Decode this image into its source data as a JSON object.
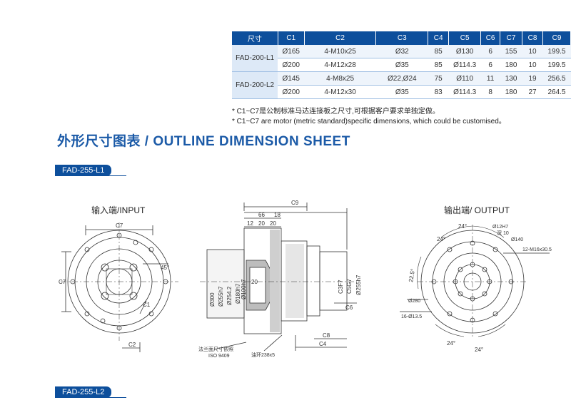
{
  "table": {
    "headers": [
      "尺寸",
      "C1",
      "C2",
      "C3",
      "C4",
      "C5",
      "C6",
      "C7",
      "C8",
      "C9"
    ],
    "groups": [
      {
        "model": "FAD-200-L1",
        "rows": [
          [
            "Ø165",
            "4-M10x25",
            "Ø32",
            "85",
            "Ø130",
            "6",
            "155",
            "10",
            "199.5"
          ],
          [
            "Ø200",
            "4-M12x28",
            "Ø35",
            "85",
            "Ø114.3",
            "6",
            "180",
            "10",
            "199.5"
          ]
        ]
      },
      {
        "model": "FAD-200-L2",
        "rows": [
          [
            "Ø145",
            "4-M8x25",
            "Ø22,Ø24",
            "75",
            "Ø110",
            "11",
            "130",
            "19",
            "256.5"
          ],
          [
            "Ø200",
            "4-M12x30",
            "Ø35",
            "83",
            "Ø114.3",
            "8",
            "180",
            "27",
            "264.5"
          ]
        ]
      }
    ]
  },
  "notes": {
    "cn": "* C1~C7是公制标准马达连接板之尺寸,可根据客户要求单独定做。",
    "en": "* C1~C7 are motor (metric standard)specific dimensions, which could be customised。"
  },
  "section_title": "外形尺寸图表 / OUTLINE DIMENSION SHEET",
  "tags": {
    "l1": "FAD-255-L1",
    "l2": "FAD-255-L2"
  },
  "views": {
    "input": "输入端/INPUT",
    "output": "输出端/ OUTPUT"
  },
  "dims": {
    "c7": "C7",
    "c1": "C1",
    "c2": "C2",
    "angle45": "45°",
    "c9": "C9",
    "d66": "66",
    "d18": "18",
    "d20": "20",
    "d12": "12",
    "d20b": "20",
    "d20c": "20",
    "phi300": "Ø300",
    "phi255h7": "Ø255h7",
    "phi254": "Ø254.2",
    "phi180h7": "Ø180h7",
    "phi100h7": "Ø100h7",
    "c3f7": "C3F7",
    "c5g7": "C5G7",
    "c6": "C6",
    "c8": "C8",
    "c4": "C4",
    "flange": "法兰面尺寸依照",
    "iso": "ISO 9409",
    "oilring": "油环238x5",
    "d24a": "24°",
    "d24b": "24°",
    "d24c": "24°",
    "d24d": "24°",
    "d225": "22.5°",
    "phi12h7": "Ø12H7",
    "depth10": "深 10",
    "phi140": "Ø140",
    "m16": "12-M16x30.5",
    "phi280": "Ø280",
    "hole16": "16-Ø13.5"
  }
}
